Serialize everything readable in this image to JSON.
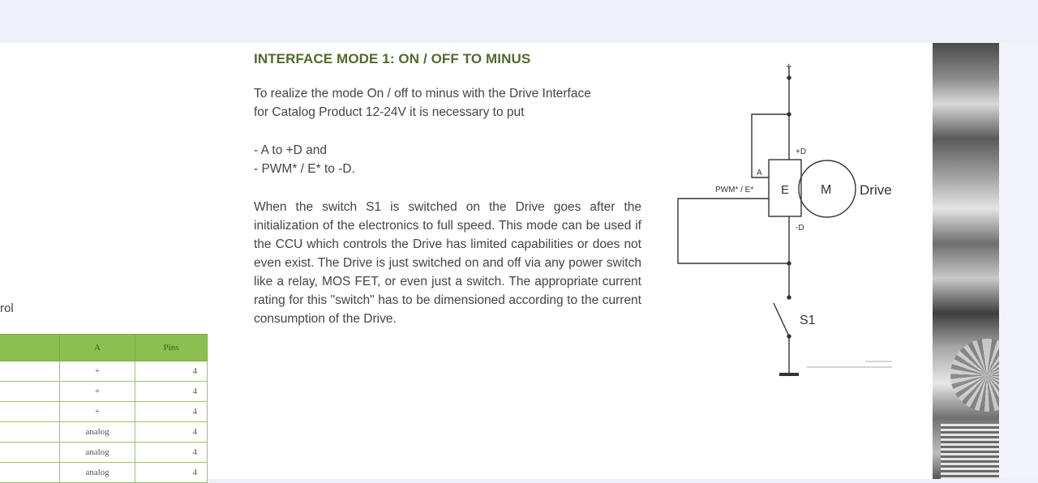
{
  "left_fragment": {
    "text": "rol"
  },
  "pins_table": {
    "headers": [
      "A",
      "Pins"
    ],
    "rows": [
      {
        "a": "+",
        "pins": "4"
      },
      {
        "a": "+",
        "pins": "4"
      },
      {
        "a": "+",
        "pins": "4"
      },
      {
        "a": "analog",
        "pins": "4"
      },
      {
        "a": "analog",
        "pins": "4"
      },
      {
        "a": "analog",
        "pins": "4"
      }
    ]
  },
  "section": {
    "heading": "INTERFACE MODE 1: ON / OFF TO MINUS",
    "intro_line1": "To realize the mode On / off to minus with the Drive Interface",
    "intro_line2": "for Catalog Product 12-24V it is necessary to put",
    "bullet1": "- A to +D and",
    "bullet2": "- PWM* / E* to -D.",
    "body": "When the switch S1 is switched on the Drive goes after the initialization of the electronics to full speed. This mode can be used if the CCU which controls the Drive has limited capabilities or does not even exist. The Drive is just switched on and off via any power switch like a relay, MOS FET, or even just a switch. The appropriate current rating for this \"switch\" has to be dimensioned according to the current consumption of the Drive."
  },
  "diagram": {
    "plus": "+",
    "plus_d": "+D",
    "minus_d": "-D",
    "a_label": "A",
    "pwm_label": "PWM* / E*",
    "e_label": "E",
    "m_label": "M",
    "drive_label": "Drive",
    "s1_label": "S1"
  }
}
